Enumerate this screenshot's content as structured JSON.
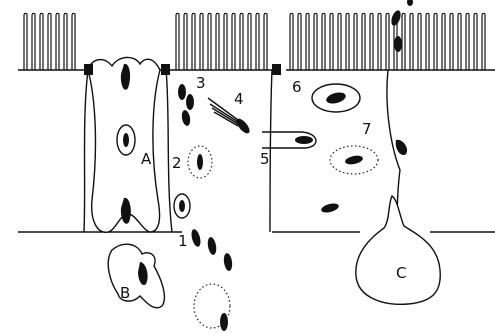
{
  "labels": {
    "A": "A",
    "B": "B",
    "C": "C",
    "n1": "1",
    "n2": "2",
    "n3": "3",
    "n4": "4",
    "n5": "5",
    "n6": "6",
    "n7": "7"
  }
}
